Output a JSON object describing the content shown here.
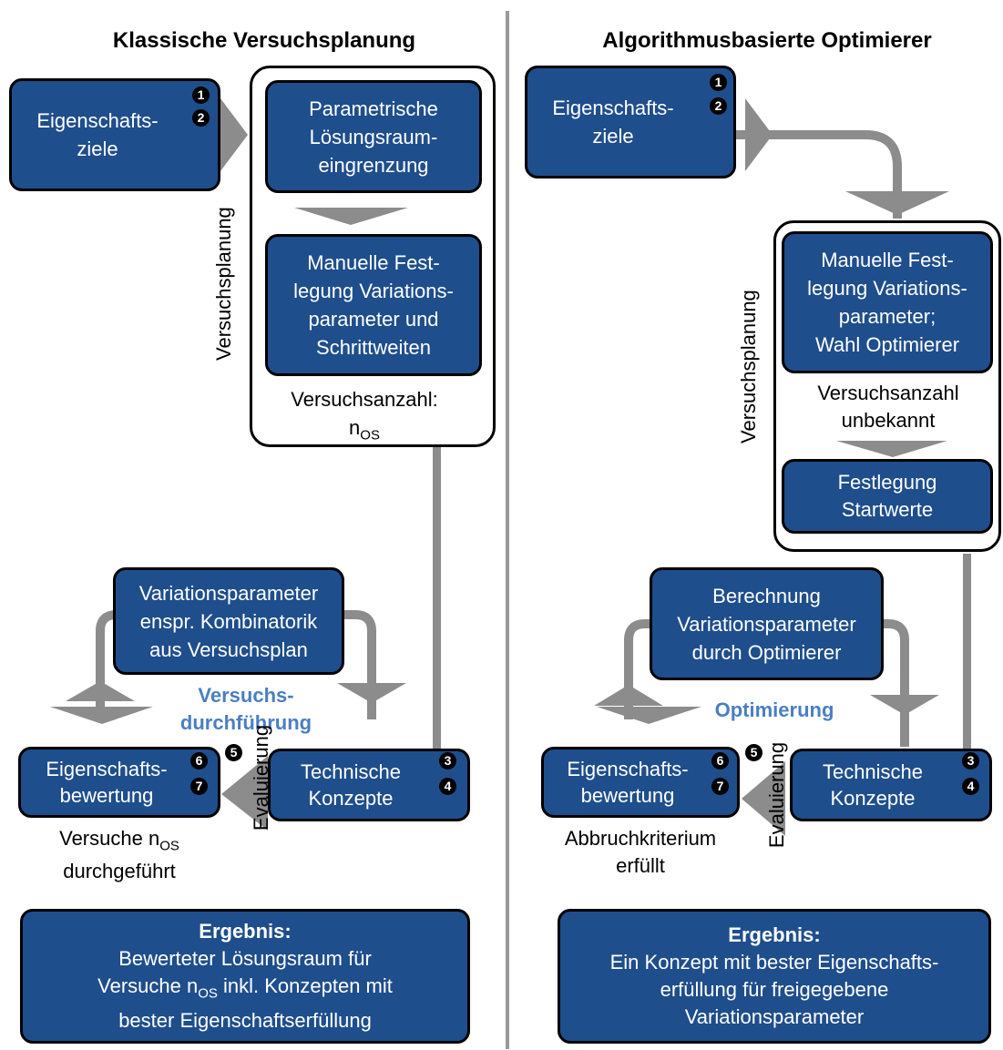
{
  "left": {
    "heading": "Klassische Versuchsplanung",
    "ziele_l1": "Eigenschafts-",
    "ziele_l2": "ziele",
    "param_l1": "Parametrische",
    "param_l2": "Lösungsraum-",
    "param_l3": "eingrenzung",
    "manuell_l1": "Manuelle Fest-",
    "manuell_l2": "legung Variations-",
    "manuell_l3": "parameter und",
    "manuell_l4": "Schrittweiten",
    "versuchsplanung_label": "Versuchsplanung",
    "anzahl_label": "Versuchsanzahl:",
    "n_main": "n",
    "n_sub": "OS",
    "var_l1": "Variationsparameter",
    "var_l2": "enspr. Kombinatorik",
    "var_l3": "aus Versuchsplan",
    "phase_l1": "Versuchs-",
    "phase_l2": "durchführung",
    "eval_label": "Evaluierung",
    "bew_l1": "Eigenschafts-",
    "bew_l2": "bewertung",
    "tech_l1": "Technische",
    "tech_l2": "Konzepte",
    "stop_l1a": "Versuche n",
    "stop_l1sub": "OS",
    "stop_l2": "durchgeführt",
    "result_title": "Ergebnis:",
    "result_l1": "Bewerteter Lösungsraum für",
    "result_l2a": "Versuche n",
    "result_l2sub": "OS",
    "result_l2b": " inkl. Konzepten mit",
    "result_l3": "bester Eigenschaftserfüllung"
  },
  "right": {
    "heading": "Algorithmusbasierte Optimierer",
    "ziele_l1": "Eigenschafts-",
    "ziele_l2": "ziele",
    "manuell_l1": "Manuelle Fest-",
    "manuell_l2": "legung Variations-",
    "manuell_l3": "parameter;",
    "manuell_l4": "Wahl Optimierer",
    "versuchsplanung_label": "Versuchsplanung",
    "anzahl_l1": "Versuchsanzahl",
    "anzahl_l2": "unbekannt",
    "start_l1": "Festlegung",
    "start_l2": "Startwerte",
    "calc_l1": "Berechnung",
    "calc_l2": "Variationsparameter",
    "calc_l3": "durch Optimierer",
    "phase": "Optimierung",
    "eval_label": "Evaluierung",
    "bew_l1": "Eigenschafts-",
    "bew_l2": "bewertung",
    "tech_l1": "Technische",
    "tech_l2": "Konzepte",
    "stop_l1": "Abbruchkriterium",
    "stop_l2": "erfüllt",
    "result_title": "Ergebnis:",
    "result_l1": "Ein Konzept mit bester Eigenschafts-",
    "result_l2": "erfüllung für freigegebene",
    "result_l3": "Variationsparameter"
  },
  "markers": [
    "1",
    "2",
    "3",
    "4",
    "5",
    "6",
    "7"
  ],
  "colors": {
    "box": "#1f4e8c",
    "arrow": "#8c8c8c",
    "phase_text": "#4a7fc1",
    "divider": "#999999"
  }
}
